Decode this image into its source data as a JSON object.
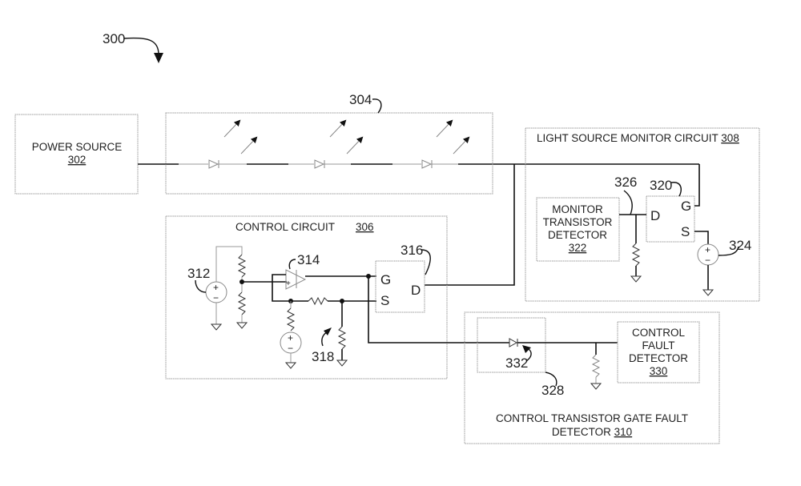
{
  "figure": {
    "ref": "300"
  },
  "blocks": {
    "power_source": {
      "title": "POWER SOURCE",
      "ref": "302"
    },
    "light_string": {
      "ref": "304"
    },
    "control_circuit": {
      "title": "CONTROL CIRCUIT",
      "ref": "306"
    },
    "light_source_monitor": {
      "title": "LIGHT SOURCE MONITOR CIRCUIT",
      "ref": "308"
    },
    "gate_fault_detector": {
      "title_line1": "CONTROL TRANSISTOR GATE FAULT",
      "title_line2": "DETECTOR",
      "ref": "310"
    },
    "monitor_detector": {
      "line1": "MONITOR",
      "line2": "TRANSISTOR",
      "line3": "DETECTOR",
      "ref": "322"
    },
    "control_fault_detector": {
      "line1": "CONTROL",
      "line2": "FAULT",
      "line3": "DETECTOR",
      "ref": "330"
    }
  },
  "components": {
    "voltage_source_312": {
      "ref": "312",
      "plus": "+",
      "minus": "−"
    },
    "op_amp_314": {
      "ref": "314",
      "plus": "+"
    },
    "control_transistor_316": {
      "ref": "316",
      "gate": "G",
      "source": "S",
      "drain": "D"
    },
    "resistor_318": {
      "ref": "318"
    },
    "monitor_transistor_320": {
      "ref": "320",
      "gate": "G",
      "source": "S",
      "drain": "D"
    },
    "voltage_source_324": {
      "ref": "324",
      "plus": "+",
      "minus": "−"
    },
    "node_326": {
      "ref": "326"
    },
    "diode_block_328": {
      "ref": "328"
    },
    "diode_332": {
      "ref": "332"
    },
    "voltage_source_ctrl": {
      "plus": "+",
      "minus": "−"
    }
  }
}
